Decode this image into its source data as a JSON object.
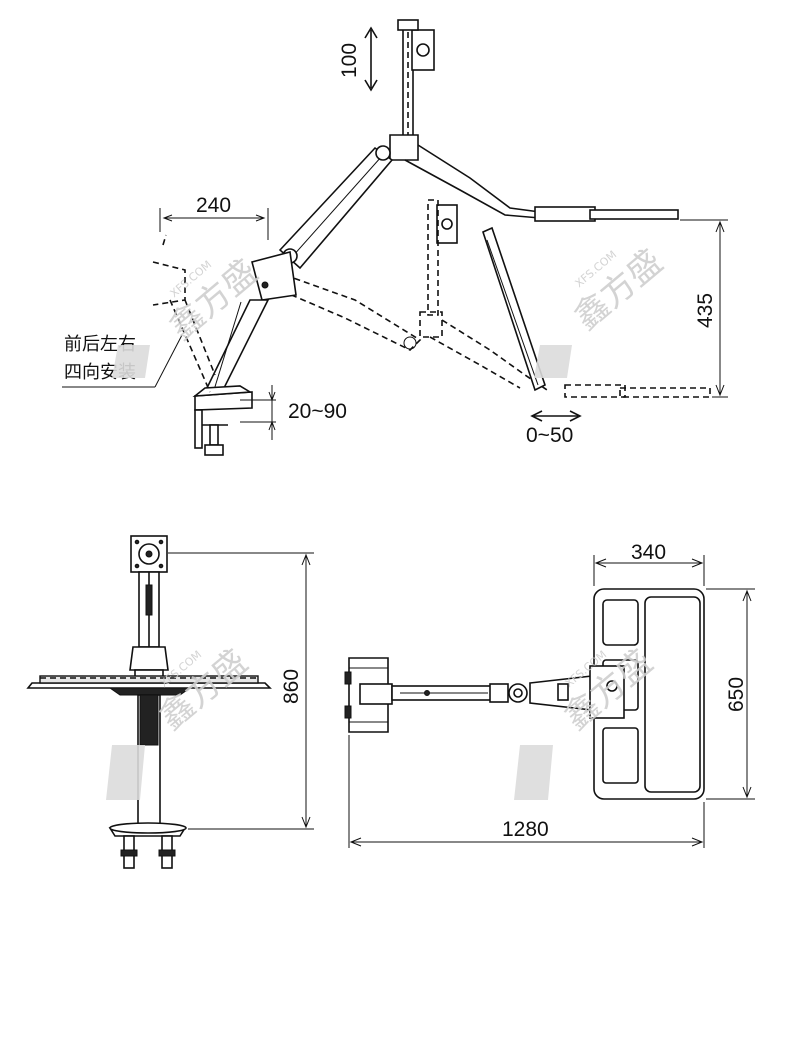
{
  "dimensions": {
    "height_adjust": "100",
    "arm_offset": "240",
    "clamp_range": "20~90",
    "tray_height": "435",
    "tray_slide": "0~50",
    "total_height": "860",
    "tray_width": "340",
    "tray_depth": "650",
    "total_length": "1280"
  },
  "notes": {
    "mount_line1": "前后左右",
    "mount_line2": "四向安装"
  },
  "watermark": {
    "brand": "鑫方盛",
    "site": "XFS.COM"
  },
  "colors": {
    "line": "#111111",
    "watermark": "#cfcfcf"
  }
}
